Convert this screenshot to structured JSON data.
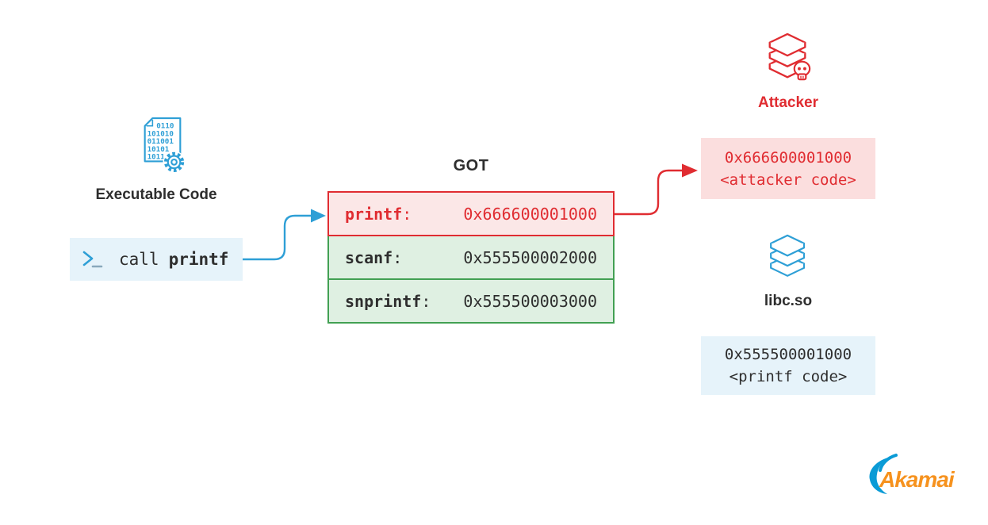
{
  "colors": {
    "red": "#e02c31",
    "pink_row": "#fbe7e7",
    "pink_box": "#fbdede",
    "green": "#42a053",
    "green_light": "#dff0e2",
    "blue": "#2e9fd6",
    "blue_light": "#e6f3fa",
    "dark": "#2e2e2e",
    "orange": "#f6921e",
    "logo_blue": "#0a9bd6"
  },
  "executable": {
    "label": "Executable Code",
    "icon": "binary-file-gear-icon",
    "binary_lines": [
      "0110",
      "101010",
      "011001",
      "10101",
      "1011"
    ]
  },
  "call_box": {
    "prompt_icon": "terminal-prompt-icon",
    "text": "call",
    "emph": "printf"
  },
  "got": {
    "title": "GOT",
    "separator": ":",
    "rows": [
      {
        "name": "printf",
        "address": "0x666600001000",
        "state": "hijacked"
      },
      {
        "name": "scanf",
        "address": "0x555500002000",
        "state": "normal"
      },
      {
        "name": "snprintf",
        "address": "0x555500003000",
        "state": "normal"
      }
    ]
  },
  "attacker": {
    "icon": "books-skull-icon",
    "label": "Attacker",
    "box_line1": "0x666600001000",
    "box_line2": "<attacker code>"
  },
  "libc": {
    "icon": "books-stack-icon",
    "label": "libc.so",
    "box_line1": "0x555500001000",
    "box_line2": "<printf code>"
  },
  "logo": {
    "text": "Akamai"
  }
}
